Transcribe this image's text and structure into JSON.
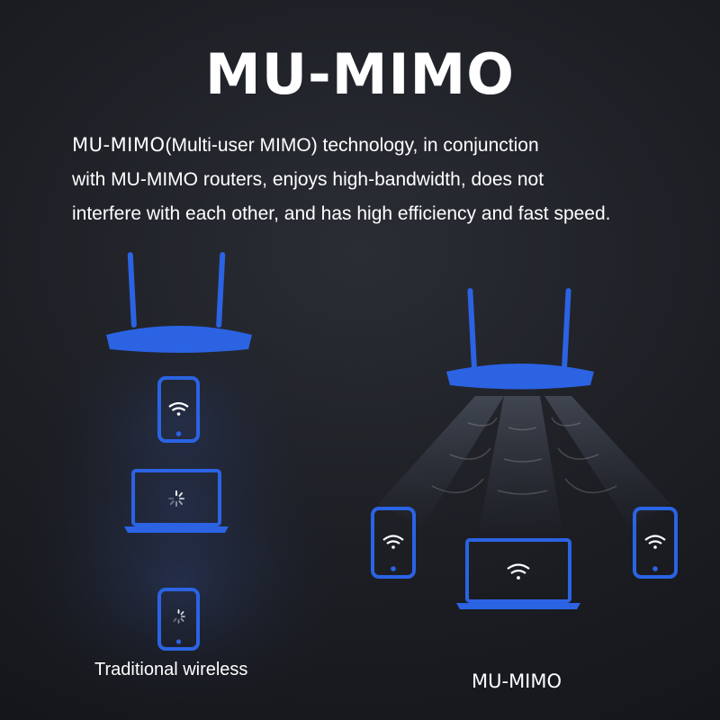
{
  "title": "MU-MIMO",
  "description": {
    "lead": "MU-MIMO",
    "line1_rest": "(Multi-user MIMO) technology, in conjunction",
    "line2": "with MU-MIMO routers, enjoys high-bandwidth, does not",
    "line3": "interfere with each other, and has high efficiency and fast speed."
  },
  "left_panel": {
    "label": "Traditional wireless",
    "devices": [
      "router-icon",
      "smartphone-wifi-icon",
      "laptop-loading-icon",
      "smartphone-loading-icon"
    ]
  },
  "right_panel": {
    "label": "MU-MIMO",
    "devices": [
      "router-icon",
      "smartphone-wifi-icon",
      "laptop-wifi-icon",
      "smartphone-wifi-icon"
    ]
  },
  "colors": {
    "accent_blue": "#2b63e3",
    "text": "#ffffff",
    "background": "#1d1f25"
  }
}
